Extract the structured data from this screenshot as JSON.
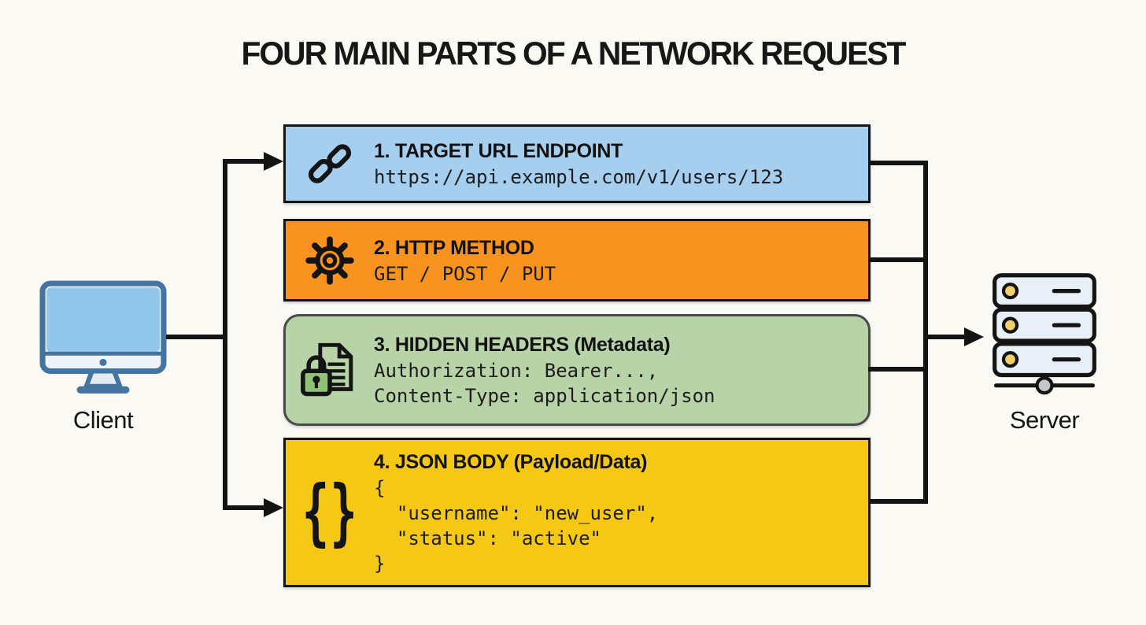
{
  "title": "FOUR MAIN PARTS OF A NETWORK REQUEST",
  "client": {
    "label": "Client"
  },
  "server": {
    "label": "Server"
  },
  "parts": [
    {
      "heading": "1. TARGET URL ENDPOINT",
      "lines": [
        "https://api.example.com/v1/users/123"
      ],
      "icon": "link-icon",
      "bg": "#a6ceef"
    },
    {
      "heading": "2. HTTP METHOD",
      "lines": [
        "GET / POST / PUT"
      ],
      "icon": "gear-icon",
      "bg": "#f7931e"
    },
    {
      "heading": "3. HIDDEN HEADERS (Metadata)",
      "lines": [
        "Authorization: Bearer...,",
        "Content-Type: application/json"
      ],
      "icon": "lock-document-icon",
      "bg": "#b8d3a7"
    },
    {
      "heading": "4. JSON BODY (Payload/Data)",
      "lines": [
        "{",
        "  \"username\": \"new_user\",",
        "  \"status\": \"active\"",
        "}"
      ],
      "icon": "curly-braces-icon",
      "icon_glyph": "{}",
      "bg": "#f6c816"
    }
  ],
  "colors": {
    "background": "#faf9f4",
    "line": "#141414",
    "box1_blue": "#a6ceef",
    "box2_orange": "#f7931e",
    "box3_green": "#b8d3a7",
    "box4_yellow": "#f6c816",
    "client_screen": "#93c6eb",
    "client_outline": "#44749f",
    "server_fill": "#e9eff6",
    "server_led": "#f1cf6d"
  }
}
